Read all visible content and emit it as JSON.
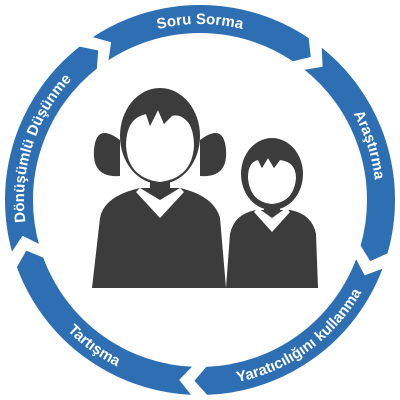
{
  "cycle": {
    "segments": [
      {
        "label": "Soru Sorma"
      },
      {
        "label": "Araştırma"
      },
      {
        "label": "Yaratıcılığını kullanma"
      },
      {
        "label": "Tartışma"
      },
      {
        "label": "Dönüşümlü Düşünme"
      }
    ]
  },
  "colors": {
    "ring": "#2e6fb4",
    "ring_outline": "#ffffff",
    "figure": "#3c3c3c",
    "collar": "#ffffff",
    "background": "#ffffff"
  },
  "icons": {
    "center": "students-icon"
  }
}
